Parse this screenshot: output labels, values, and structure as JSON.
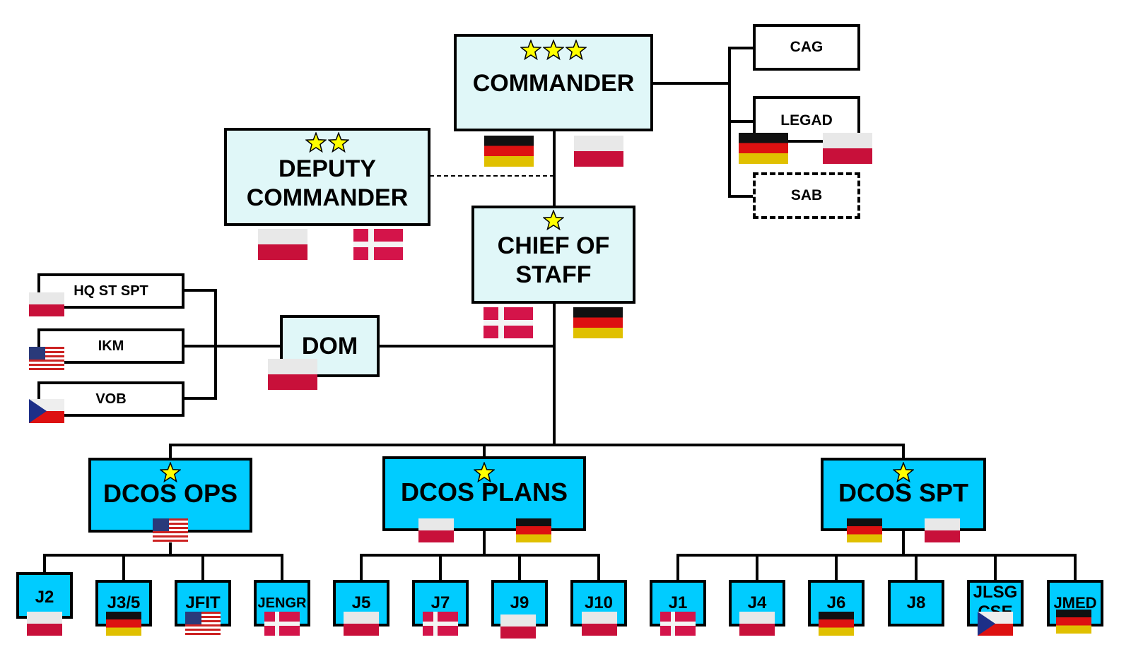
{
  "diagram": {
    "nodes": {
      "commander": {
        "label": "COMMANDER",
        "stars": 3,
        "flags": [
          "germany-flag",
          "poland-flag"
        ]
      },
      "deputy": {
        "label": "DEPUTY\nCOMMANDER",
        "stars": 2,
        "flags": [
          "poland-flag",
          "denmark-flag"
        ]
      },
      "chief": {
        "label": "CHIEF OF\nSTAFF",
        "stars": 1,
        "flags": [
          "denmark-flag",
          "germany-flag"
        ]
      },
      "cag": {
        "label": "CAG"
      },
      "legad": {
        "label": "LEGAD",
        "flags": [
          "germany-flag",
          "poland-flag"
        ]
      },
      "sab": {
        "label": "SAB"
      },
      "dom": {
        "label": "DOM",
        "flags": [
          "poland-flag"
        ]
      },
      "hqstspt": {
        "label": "HQ ST SPT",
        "flags": [
          "poland-flag"
        ]
      },
      "ikm": {
        "label": "IKM",
        "flags": [
          "usa-flag"
        ]
      },
      "vob": {
        "label": "VOB",
        "flags": [
          "czech-flag"
        ]
      },
      "dcos_ops": {
        "label": "DCOS OPS",
        "stars": 1,
        "flags": [
          "usa-flag"
        ]
      },
      "dcos_plans": {
        "label": "DCOS PLANS",
        "stars": 1,
        "flags": [
          "poland-flag",
          "germany-flag"
        ]
      },
      "dcos_spt": {
        "label": "DCOS SPT",
        "stars": 1,
        "flags": [
          "germany-flag",
          "poland-flag"
        ]
      },
      "j2": {
        "label": "J2",
        "flags": [
          "poland-flag"
        ]
      },
      "j35": {
        "label": "J3/5",
        "flags": [
          "germany-flag"
        ]
      },
      "jfit": {
        "label": "JFIT",
        "flags": [
          "usa-flag"
        ]
      },
      "jengr": {
        "label": "JENGR",
        "flags": [
          "denmark-flag"
        ]
      },
      "j5": {
        "label": "J5",
        "flags": [
          "poland-flag"
        ]
      },
      "j7": {
        "label": "J7",
        "flags": [
          "denmark-flag"
        ]
      },
      "j9": {
        "label": "J9",
        "flags": [
          "poland-flag"
        ]
      },
      "j10": {
        "label": "J10",
        "flags": [
          "poland-flag"
        ]
      },
      "j1": {
        "label": "J1",
        "flags": [
          "denmark-flag"
        ]
      },
      "j4": {
        "label": "J4",
        "flags": [
          "poland-flag"
        ]
      },
      "j6": {
        "label": "J6",
        "flags": [
          "germany-flag"
        ]
      },
      "j8": {
        "label": "J8"
      },
      "jlsg": {
        "label": "JLSG\nCSE",
        "flags": [
          "czech-flag"
        ]
      },
      "jmed": {
        "label": "JMED",
        "flags": [
          "germany-flag"
        ]
      }
    },
    "colors": {
      "senior_box": "#e0f7f8",
      "division_box": "#00ccff",
      "star": "#ffff00",
      "line": "#000000"
    }
  }
}
